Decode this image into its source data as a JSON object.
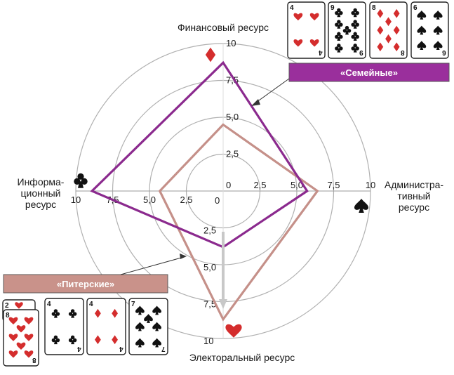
{
  "chart_data": {
    "type": "radar",
    "axes": [
      {
        "id": "fin",
        "label_lines": [
          "Финансовый ресурс"
        ]
      },
      {
        "id": "adm",
        "label_lines": [
          "Администра-",
          "тивный",
          "ресурс"
        ]
      },
      {
        "id": "ele",
        "label_lines": [
          "Электоральный ресурс"
        ]
      },
      {
        "id": "inf",
        "label_lines": [
          "Информа-",
          "ционный",
          "ресурс"
        ]
      }
    ],
    "rings": [
      2.5,
      5.0,
      7.5,
      10
    ],
    "tick_labels": {
      "fin": [
        "2,5",
        "5,0",
        "7,5",
        "10"
      ],
      "adm": [
        "2,5",
        "5,0",
        "7,5",
        "10"
      ],
      "ele": [
        "2,5",
        "5,0",
        "7,5",
        "10"
      ],
      "inf": [
        "2,5",
        "5,0",
        "7,5",
        "10"
      ],
      "center_top": "0",
      "center_bottom": "0"
    },
    "series": [
      {
        "name": "«Семейные»",
        "color": "#8b2a8e",
        "values": {
          "fin": 8.7,
          "adm": 5.7,
          "ele": 3.8,
          "inf": 8.9
        }
      },
      {
        "name": "«Питерские»",
        "color": "#c59089",
        "values": {
          "fin": 4.5,
          "adm": 6.4,
          "ele": 8.7,
          "inf": 4.3
        }
      }
    ],
    "suit_colors": {
      "red": "#d42d2d",
      "black": "#111111"
    },
    "axis_suits": {
      "fin": "diamond",
      "adm": "spade",
      "ele": "heart",
      "inf": "club"
    },
    "cards_semeinye": [
      {
        "rank": "4",
        "suit": "heart"
      },
      {
        "rank": "9",
        "suit": "club"
      },
      {
        "rank": "8",
        "suit": "diamond"
      },
      {
        "rank": "6",
        "suit": "spade"
      }
    ],
    "cards_piterskie": [
      {
        "rank": "2",
        "suit": "heart"
      },
      {
        "rank": "8",
        "suit": "heart"
      },
      {
        "rank": "4",
        "suit": "club"
      },
      {
        "rank": "4",
        "suit": "diamond"
      },
      {
        "rank": "7",
        "suit": "spade"
      }
    ],
    "label_box_colors": {
      "semeinye": "#9a2f9c",
      "piterskie": "#c9928a"
    }
  }
}
